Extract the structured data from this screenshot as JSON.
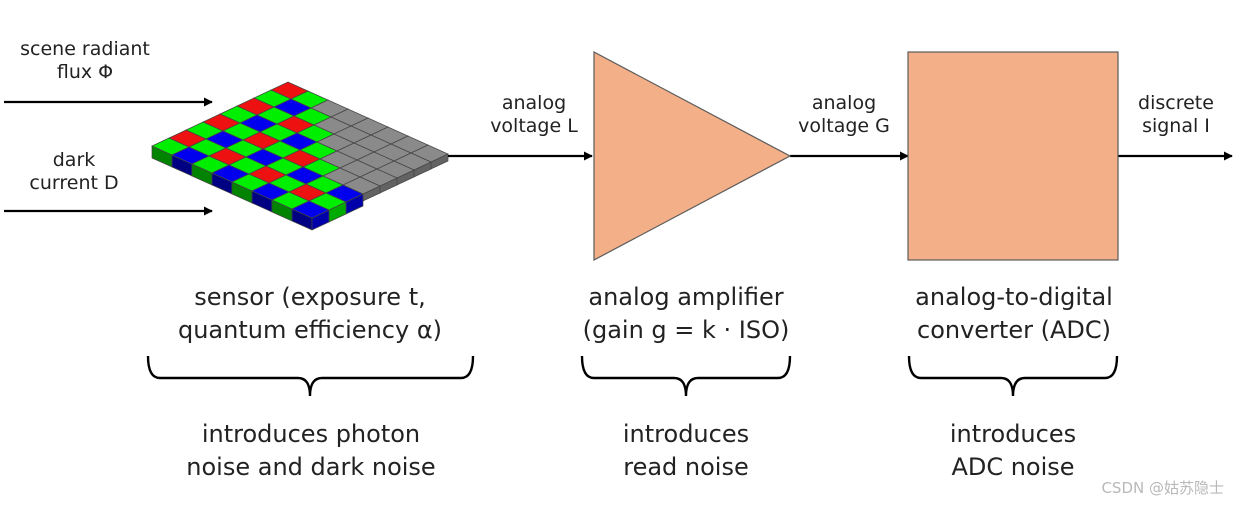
{
  "inputs": {
    "flux": [
      "scene radiant",
      "flux Φ"
    ],
    "dark": [
      "dark",
      "current D"
    ]
  },
  "signals": {
    "voltage_l": [
      "analog",
      "voltage L"
    ],
    "voltage_g": [
      "analog",
      "voltage G"
    ],
    "output": [
      "discrete",
      "signal I"
    ]
  },
  "stages": {
    "sensor": {
      "name": [
        "sensor (exposure t,",
        "quantum efficiency α)"
      ],
      "noise": [
        "introduces photon",
        "noise and dark noise"
      ]
    },
    "amplifier": {
      "name": [
        "analog amplifier",
        "(gain g = k · ISO)"
      ],
      "noise": [
        "introduces",
        "read noise"
      ]
    },
    "adc": {
      "name": [
        "analog-to-digital",
        "converter (ADC)"
      ],
      "noise": [
        "introduces",
        "ADC noise"
      ]
    }
  },
  "watermark": "CSDN @姑苏隐士",
  "colors": {
    "block_fill": "#f3b088",
    "block_stroke": "#5a5a5a",
    "bayer_red": "#ee1111",
    "bayer_green": "#00ee00",
    "bayer_blue": "#0000ee",
    "empty_pixel": "#8a8a8a",
    "arrow": "#000000"
  }
}
